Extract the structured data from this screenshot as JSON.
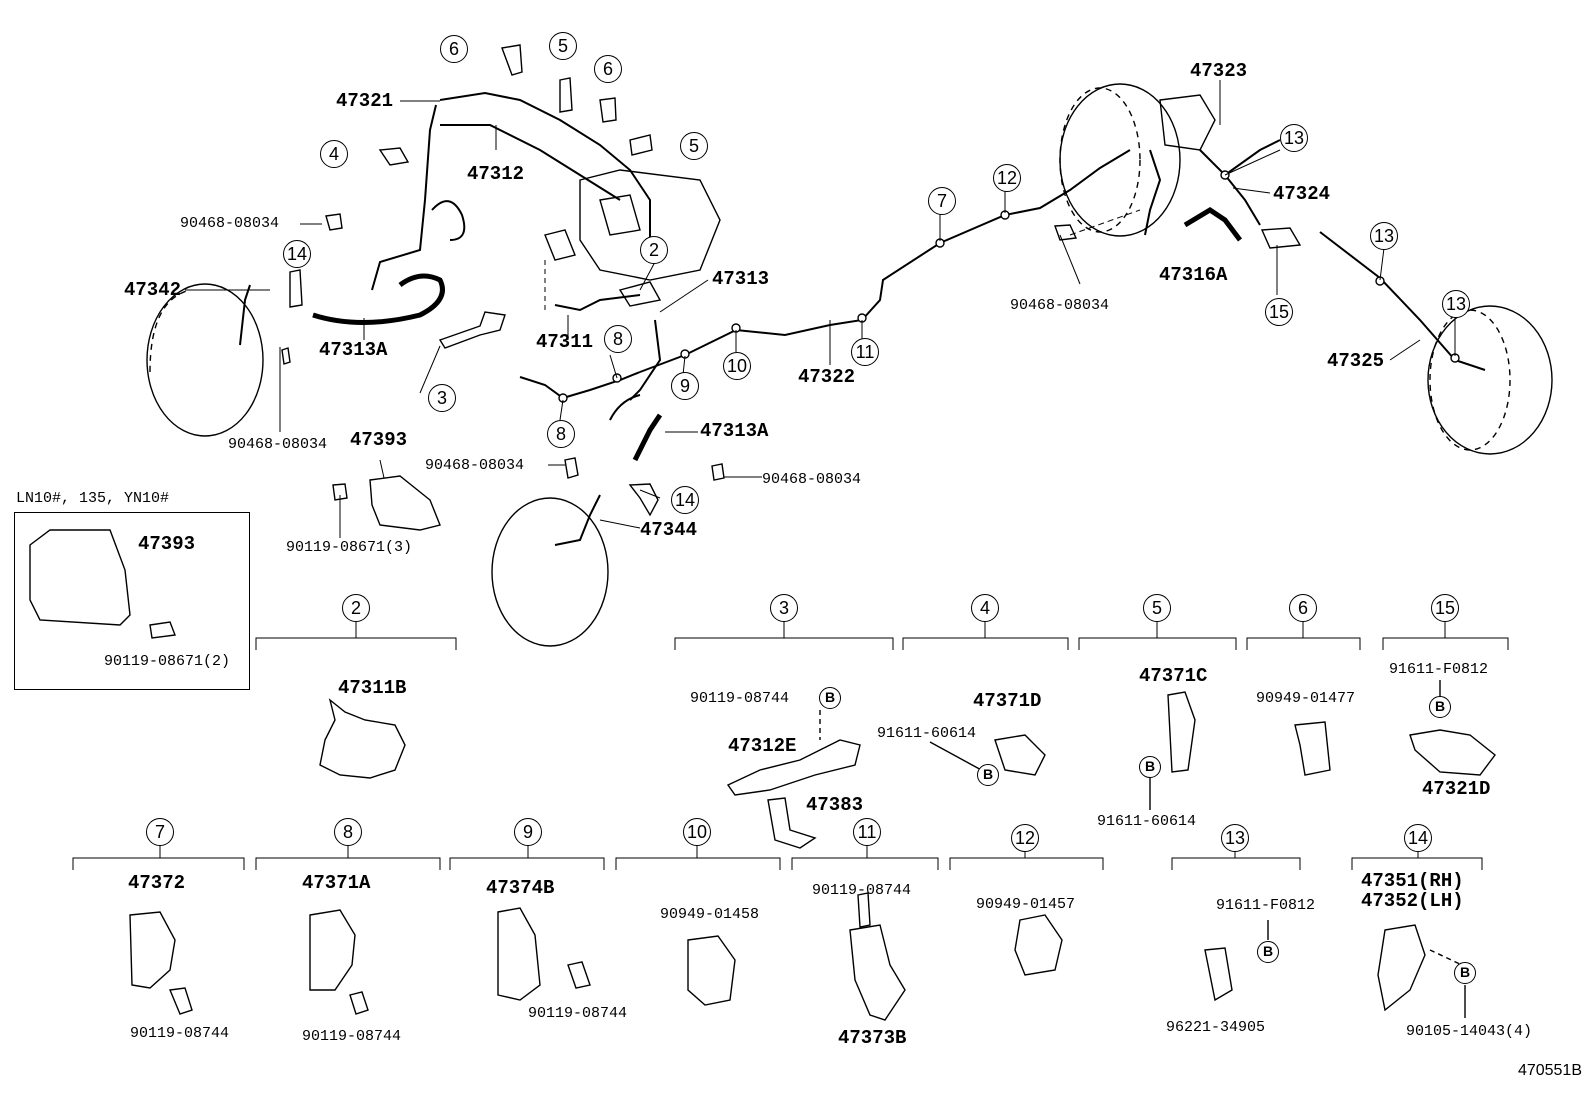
{
  "callouts": {
    "c2": "2",
    "c3": "3",
    "c4": "4",
    "c5": "5",
    "c6": "6",
    "c7": "7",
    "c8": "8",
    "c9": "9",
    "c10": "10",
    "c11": "11",
    "c12": "12",
    "c13": "13",
    "c14": "14",
    "c15": "15"
  },
  "bolt_marker": "B",
  "parts": {
    "p47321": "47321",
    "p47312": "47312",
    "p47313": "47313",
    "p47311": "47311",
    "p47313A": "47313A",
    "p47342": "47342",
    "p47393": "47393",
    "p47344": "47344",
    "p47322": "47322",
    "p47323": "47323",
    "p47324": "47324",
    "p47316A": "47316A",
    "p47325": "47325",
    "p47311B": "47311B",
    "p47312E": "47312E",
    "p47383": "47383",
    "p47371D": "47371D",
    "p47371C": "47371C",
    "p47321D": "47321D",
    "p47372": "47372",
    "p47371A": "47371A",
    "p47374B": "47374B",
    "p47373B": "47373B",
    "p47351": "47351(RH)",
    "p47352": "47352(LH)",
    "clip_08034": "90468-08034",
    "bolt_08671_3": "90119-08671(3)",
    "bolt_08671_2": "90119-08671(2)",
    "bolt_08744": "90119-08744",
    "bolt_60614": "91611-60614",
    "bolt_F0812": "91611-F0812",
    "clamp_01477": "90949-01477",
    "clamp_01458": "90949-01458",
    "clamp_01457": "90949-01457",
    "clip_34905": "96221-34905",
    "bolt_14043": "90105-14043(4)"
  },
  "inset_title": "LN10#, 135, YN10#",
  "figure_id": "470551B"
}
